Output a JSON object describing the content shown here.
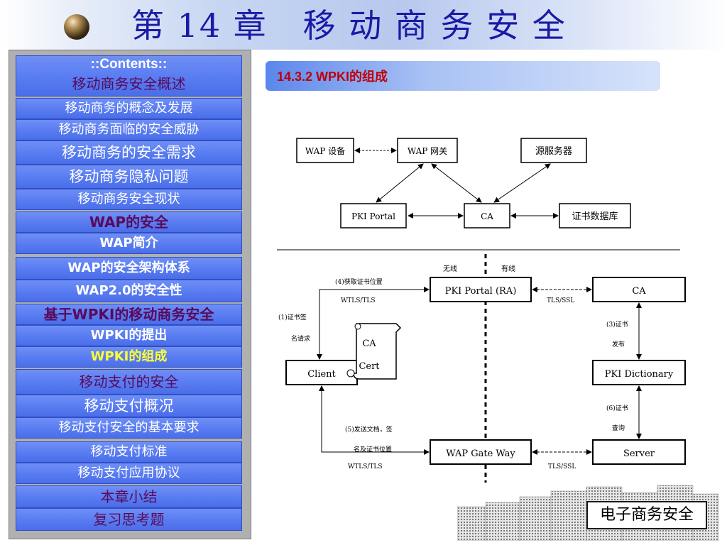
{
  "header": {
    "chapter_title": "第 14 章   移 动 商 务 安 全"
  },
  "sidebar": {
    "items": [
      {
        "label": "::Contents::",
        "style": "contents"
      },
      {
        "label": "移动商务安全概述",
        "style": "sect"
      },
      {
        "label": "移动商务的概念及发展",
        "style": "white"
      },
      {
        "label": "移动商务面临的安全威胁",
        "style": "white"
      },
      {
        "label": "移动商务的安全需求",
        "style": "white-lg"
      },
      {
        "label": "移动商务隐私问题",
        "style": "white-lg"
      },
      {
        "label": "移动商务安全现状",
        "style": "white"
      },
      {
        "label": "WAP的安全",
        "style": "sect-bold"
      },
      {
        "label": "WAP简介",
        "style": "white"
      },
      {
        "label": "WAP的安全架构体系",
        "style": "white"
      },
      {
        "label": "WAP2.0的安全性",
        "style": "white"
      },
      {
        "label": "基于WPKI的移动商务安全",
        "style": "sect-bold"
      },
      {
        "label": "WPKI的提出",
        "style": "white"
      },
      {
        "label": "WPKI的组成",
        "style": "yellow"
      },
      {
        "label": "移动支付的安全",
        "style": "sect"
      },
      {
        "label": "移动支付概况",
        "style": "white-lg"
      },
      {
        "label": "移动支付安全的基本要求",
        "style": "white"
      },
      {
        "label": "移动支付标准",
        "style": "white"
      },
      {
        "label": "移动支付应用协议",
        "style": "white"
      },
      {
        "label": "本章小结",
        "style": "sect"
      },
      {
        "label": "复习思考题",
        "style": "sect"
      }
    ]
  },
  "section": {
    "heading": "14.3.2  WPKI的组成"
  },
  "diagram_top": {
    "wap_device": "WAP 设备",
    "wap_gateway": "WAP 网关",
    "origin_server": "源服务器",
    "pki_portal": "PKI Portal",
    "ca": "CA",
    "cert_db": "证书数据库"
  },
  "diagram_bottom": {
    "wireless": "无线",
    "wired": "有线",
    "pki_portal_ra": "PKI Portal (RA)",
    "ca": "CA",
    "client": "Client",
    "ca_cert_line1": "CA",
    "ca_cert_line2": "Cert",
    "pki_dictionary": "PKI Dictionary",
    "wap_gateway": "WAP Gate Way",
    "server": "Server",
    "step4": "(4)获取证书位置",
    "wtls_tls_1": "WTLS/TLS",
    "tls_ssl_1": "TLS/SSL",
    "step1_a": "(1)证书签",
    "step1_b": "名请求",
    "step3_a": "(3)证书",
    "step3_b": "发布",
    "step6_a": "(6)证书",
    "step6_b": "查询",
    "step5_a": "(5)发送文档，签",
    "step5_b": "名及证书位置",
    "wtls_tls_2": "WTLS/TLS",
    "tls_ssl_2": "TLS/SSL"
  },
  "footer": {
    "badge": "电子商务安全"
  }
}
